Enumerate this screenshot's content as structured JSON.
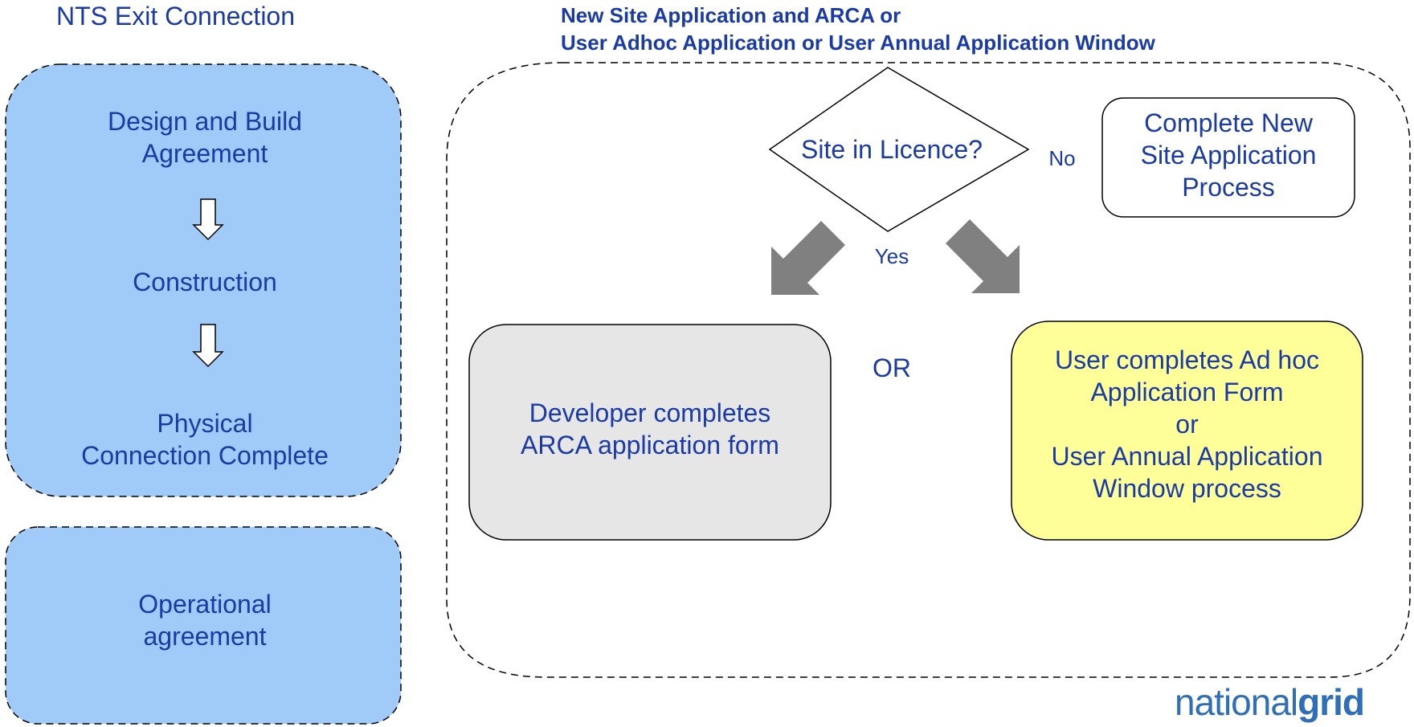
{
  "header": {
    "left_title": "NTS Exit Connection",
    "right_title_line1": "New Site Application and ARCA or",
    "right_title_line2": "User Adhoc Application or User Annual Application Window"
  },
  "left_process": {
    "step1_line1": "Design and Build",
    "step1_line2": "Agreement",
    "step2": "Construction",
    "step3_line1": "Physical",
    "step3_line2": "Connection Complete",
    "operational_line1": "Operational",
    "operational_line2": "agreement"
  },
  "decision": {
    "question": "Site in Licence?",
    "no_label": "No",
    "yes_label": "Yes",
    "or_label": "OR"
  },
  "boxes": {
    "new_site_line1": "Complete New",
    "new_site_line2": "Site Application",
    "new_site_line3": "Process",
    "developer_line1": "Developer completes",
    "developer_line2": "ARCA application form",
    "user_line1": "User completes Ad hoc",
    "user_line2": "Application Form",
    "user_line3": "or",
    "user_line4": "User Annual Application",
    "user_line5": "Window process"
  },
  "logo": {
    "part1": "national",
    "part2": "grid"
  },
  "colors": {
    "text_blue": "#1a3aa6",
    "left_box_fill": "#a0cbf8",
    "developer_fill": "#e6e6e6",
    "user_fill": "#ffff99",
    "arrow_gray": "#808080",
    "logo_blue": "#2f6fb7"
  }
}
